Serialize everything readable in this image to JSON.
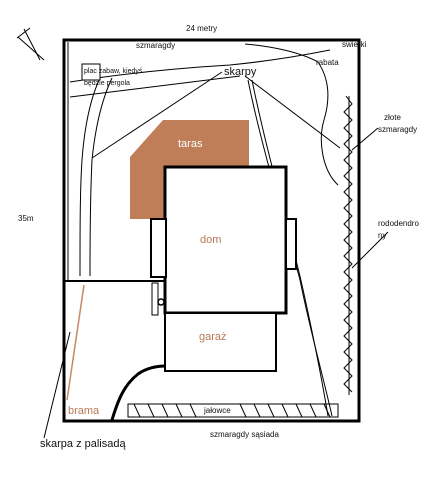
{
  "plan": {
    "top_dimension": "24 metry",
    "left_dimension": "35m",
    "labels": {
      "szmaragdy": "szmaragdy",
      "swierki": "swierki",
      "rabata": "rabata",
      "skarpy": "skarpy",
      "plac_line1": "plac zabaw, kiedyś",
      "plac_line2": "będzie pergola",
      "zlote_line1": "złote",
      "zlote_line2": "szmaragdy",
      "rodo_line1": "rododendro",
      "rodo_line2": "ny",
      "taras": "taras",
      "dom": "dom",
      "garaz": "garaż",
      "brama": "brama",
      "jalowce": "jałowce",
      "szmaragdy_sasiada": "szmaragdy sąsiada",
      "skarpa_palisada": "skarpa z palisadą"
    }
  },
  "colors": {
    "taras": "#bf7d58",
    "brama": "#c58a62",
    "line": "#000000"
  }
}
